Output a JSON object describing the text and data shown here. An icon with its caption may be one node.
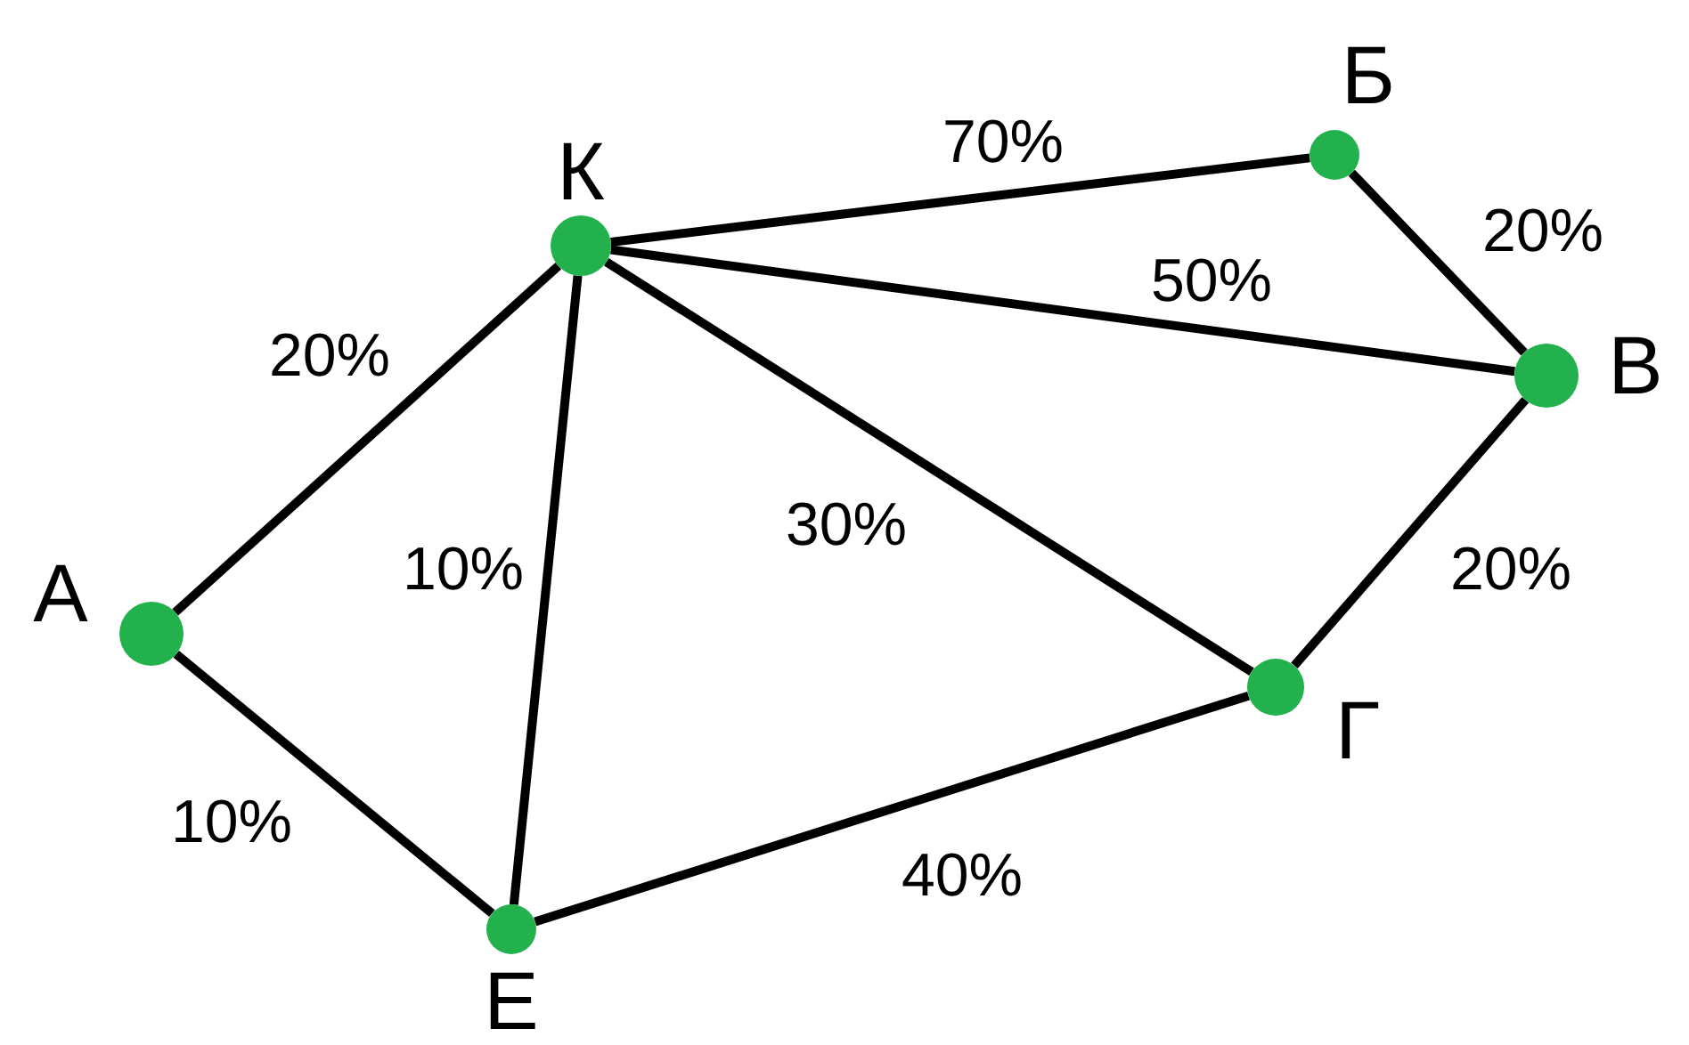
{
  "diagram": {
    "nodes": [
      {
        "text": [],
        "shape": "circle",
        "beside": [
          "Б"
        ]
      },
      {
        "text": [],
        "shape": "circle",
        "beside": [
          "К"
        ]
      },
      {
        "text": [],
        "shape": "circle",
        "beside": [
          "В"
        ]
      },
      {
        "text": [],
        "shape": "circle",
        "beside": [
          "А"
        ]
      },
      {
        "text": [],
        "shape": "circle",
        "beside": [
          "Г"
        ]
      },
      {
        "text": [],
        "shape": "circle",
        "beside": [
          "Е"
        ]
      }
    ],
    "edges": [
      {
        "from": 1,
        "to": 0,
        "arrow": "none",
        "label": "70%"
      },
      {
        "from": 0,
        "to": 2,
        "arrow": "none",
        "label": "20%"
      },
      {
        "from": 1,
        "to": 2,
        "arrow": "none",
        "label": "50%"
      },
      {
        "from": 3,
        "to": 1,
        "arrow": "none",
        "label": "20%"
      },
      {
        "from": 1,
        "to": 5,
        "arrow": "none",
        "label": "10%"
      },
      {
        "from": 1,
        "to": 4,
        "arrow": "none",
        "label": "30%"
      },
      {
        "from": 2,
        "to": 4,
        "arrow": "none",
        "label": "20%"
      },
      {
        "from": 3,
        "to": 5,
        "arrow": "none",
        "label": "10%"
      },
      {
        "from": 5,
        "to": 4,
        "arrow": "none",
        "label": "40%"
      }
    ]
  }
}
